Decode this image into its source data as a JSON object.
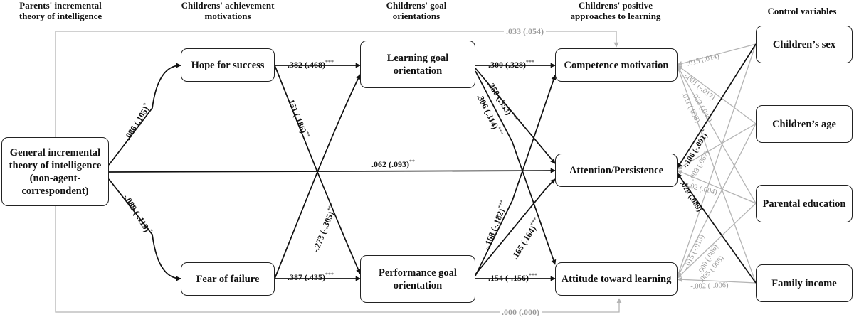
{
  "headers": {
    "parents": [
      "Parents' incremental",
      "theory of intelligence"
    ],
    "achievement": [
      "Childrens' achievement",
      "motivations"
    ],
    "goal": [
      "Childrens' goal",
      "orientations"
    ],
    "approaches": [
      "Childrens' positive",
      "approaches to learning"
    ],
    "control": "Control variables"
  },
  "boxes": {
    "general": [
      "General incremental",
      "theory of intelligence",
      "(non-agent-",
      "correspondent)"
    ],
    "hope": "Hope for success",
    "fear": "Fear of failure",
    "learning": [
      "Learning goal",
      "orientation"
    ],
    "performance": [
      "Performance goal",
      "orientation"
    ],
    "competence": "Competence motivation",
    "attention": "Attention/Persistence",
    "attitude": "Attitude toward learning",
    "sex": "Children’s sex",
    "age": "Children’s age",
    "education": "Parental education",
    "income": "Family income"
  },
  "paths": {
    "gen_hope": {
      "coef": ".086 (.105)",
      "sig": "*"
    },
    "gen_fear": {
      "coef": "-.089 (-.119)",
      "sig": "*"
    },
    "gen_attention": {
      "coef": ".062 (.093)",
      "sig": "**"
    },
    "gen_competence": {
      "coef": ".033 (.054)",
      "sig": ""
    },
    "gen_attitude": {
      "coef": ".000 (.000)",
      "sig": ""
    },
    "hope_learning": {
      "coef": ".382 (.468)",
      "sig": "***"
    },
    "hope_performance": {
      "coef": ".151 (.186)",
      "sig": "**"
    },
    "fear_learning": {
      "coef": "-.273 (-.305)",
      "sig": "***"
    },
    "fear_performance": {
      "coef": ".387 (.435)",
      "sig": "***"
    },
    "learning_competence": {
      "coef": ".300 (.328)",
      "sig": "***"
    },
    "learning_attention": {
      "coef": ".350 (.353)",
      "sig": "***"
    },
    "learning_attitude": {
      "coef": ".306 (.314)",
      "sig": "***"
    },
    "performance_competence": {
      "coef": "-.168 (-.182)",
      "sig": "***"
    },
    "performance_attention": {
      "coef": ".165 (.164)",
      "sig": "***"
    },
    "performance_attitude": {
      "coef": "-.154 (-.156)",
      "sig": "***"
    },
    "sex_attention": {
      "coef": "-.106 (-.091)",
      "sig": "*"
    },
    "income_attention": {
      "coef": ".029 (.089)",
      "sig": "*"
    }
  },
  "control_coefs": {
    "c1": ".015 (.014)",
    "c2": "-.001 (-.017)",
    "c3": ".022 (.040)",
    "c4": ".011 (.038)",
    "c5": ".003 (.067)",
    "c6": ".002 (.004)",
    "c7": "-.015 (-.013)",
    "c8": ".000 (.006)",
    "c9": ".005 (.008)",
    "c10": "-.002 (-.006)"
  },
  "colors": {
    "path": "#111111",
    "nonsig": "#b4b4b4",
    "box_border": "#222222"
  }
}
